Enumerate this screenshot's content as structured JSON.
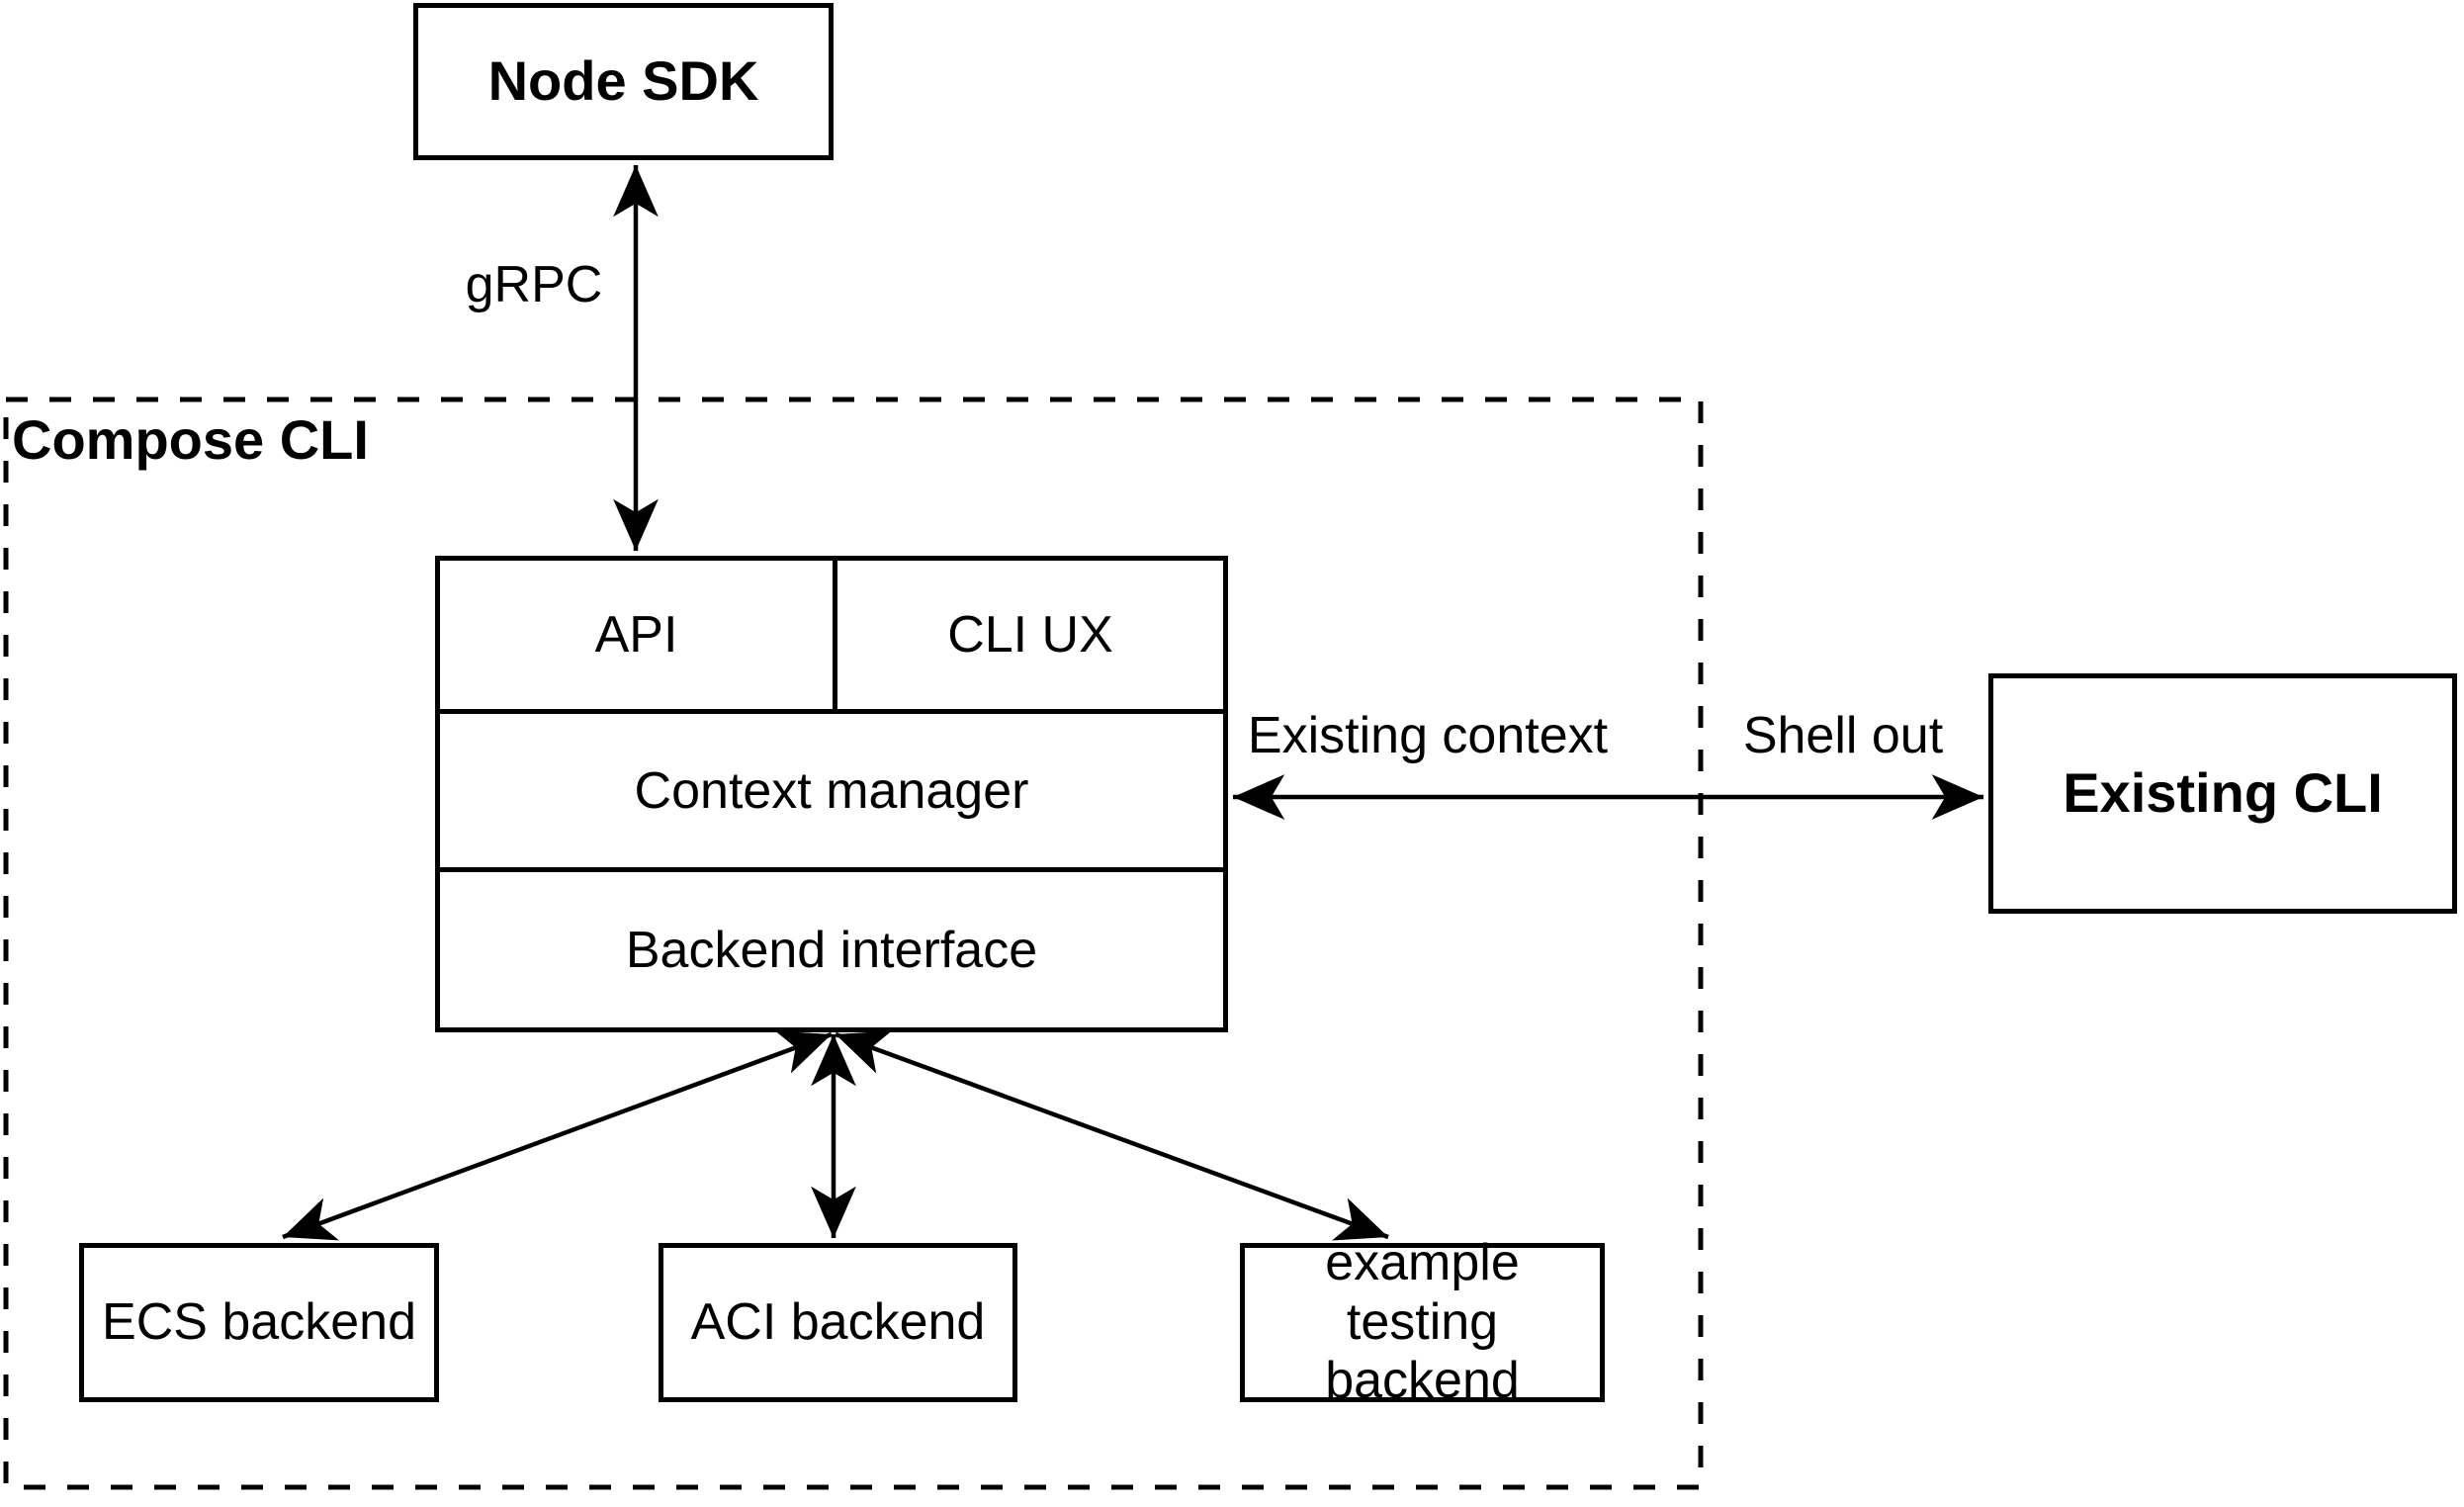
{
  "nodes": {
    "node_sdk": "Node SDK",
    "compose_cli_container": "Compose CLI",
    "api": "API",
    "cli_ux": "CLI UX",
    "context_manager": "Context manager",
    "backend_interface": "Backend interface",
    "ecs_backend": "ECS backend",
    "aci_backend": "ACI backend",
    "example_testing_backend": "example testing backend",
    "existing_cli": "Existing CLI"
  },
  "edge_labels": {
    "grpc": "gRPC",
    "existing_context": "Existing context",
    "shell_out": "Shell out"
  },
  "colors": {
    "line": "#000000",
    "text": "#000000",
    "background": "#ffffff"
  }
}
